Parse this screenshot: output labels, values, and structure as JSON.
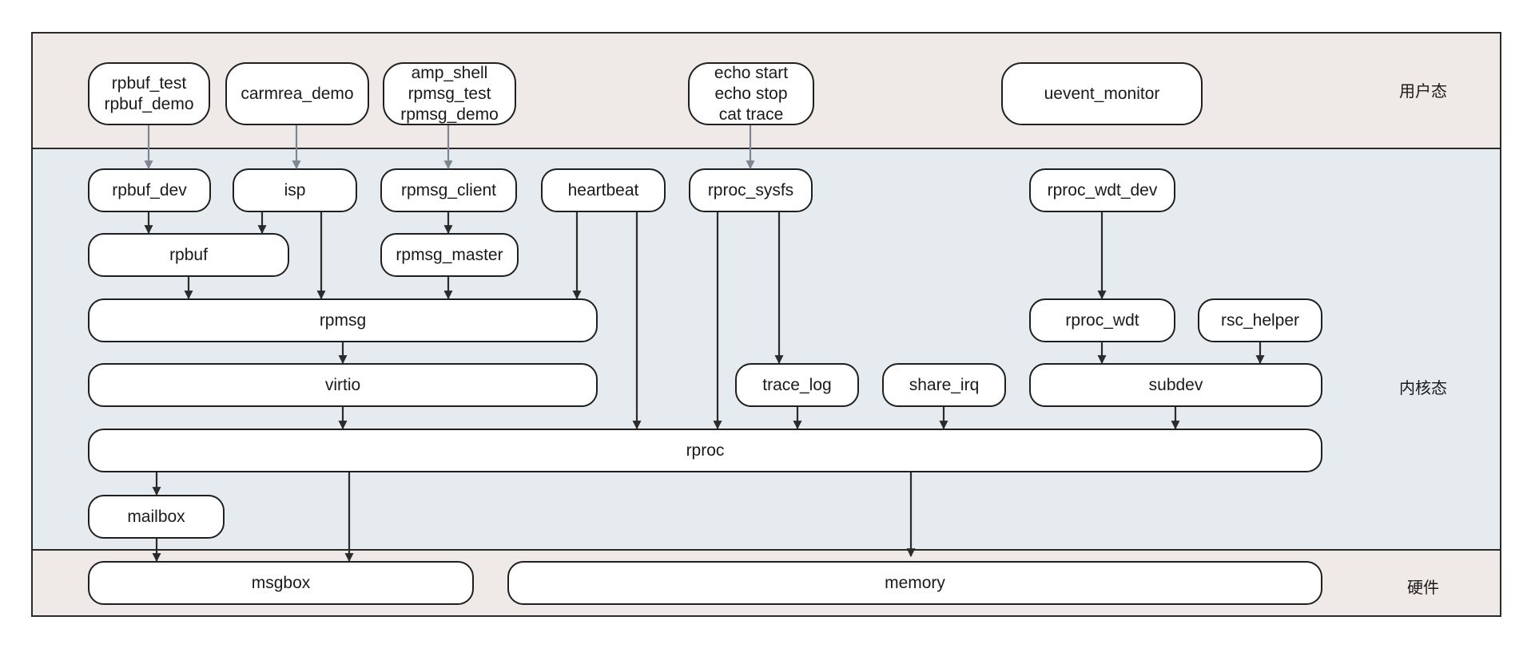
{
  "colors": {
    "user_layer_bg": "#efe9e7",
    "kernel_layer_bg": "#e6ebef",
    "hardware_layer_bg": "#efe9e7",
    "frame_border": "#2a2a2a",
    "arrow_dark": "#2b2b2b",
    "arrow_gray": "#7d8791"
  },
  "layers": {
    "user": "用户态",
    "kernel": "内核态",
    "hardware": "硬件"
  },
  "user_space": {
    "rpbuf_apps": [
      "rpbuf_test",
      "rpbuf_demo"
    ],
    "carmrea_demo": "carmrea_demo",
    "rpmsg_apps": [
      "amp_shell",
      "rpmsg_test",
      "rpmsg_demo"
    ],
    "echo_cmds": [
      "echo start",
      "echo stop",
      "cat trace"
    ],
    "uevent_monitor": "uevent_monitor"
  },
  "kernel_space": {
    "rpbuf_dev": "rpbuf_dev",
    "isp": "isp",
    "rpmsg_client": "rpmsg_client",
    "heartbeat": "heartbeat",
    "rproc_sysfs": "rproc_sysfs",
    "rproc_wdt_dev": "rproc_wdt_dev",
    "rpbuf": "rpbuf",
    "rpmsg_master": "rpmsg_master",
    "rpmsg": "rpmsg",
    "rproc_wdt": "rproc_wdt",
    "rsc_helper": "rsc_helper",
    "virtio": "virtio",
    "trace_log": "trace_log",
    "share_irq": "share_irq",
    "subdev": "subdev",
    "rproc": "rproc",
    "mailbox": "mailbox"
  },
  "hardware": {
    "msgbox": "msgbox",
    "memory": "memory"
  }
}
